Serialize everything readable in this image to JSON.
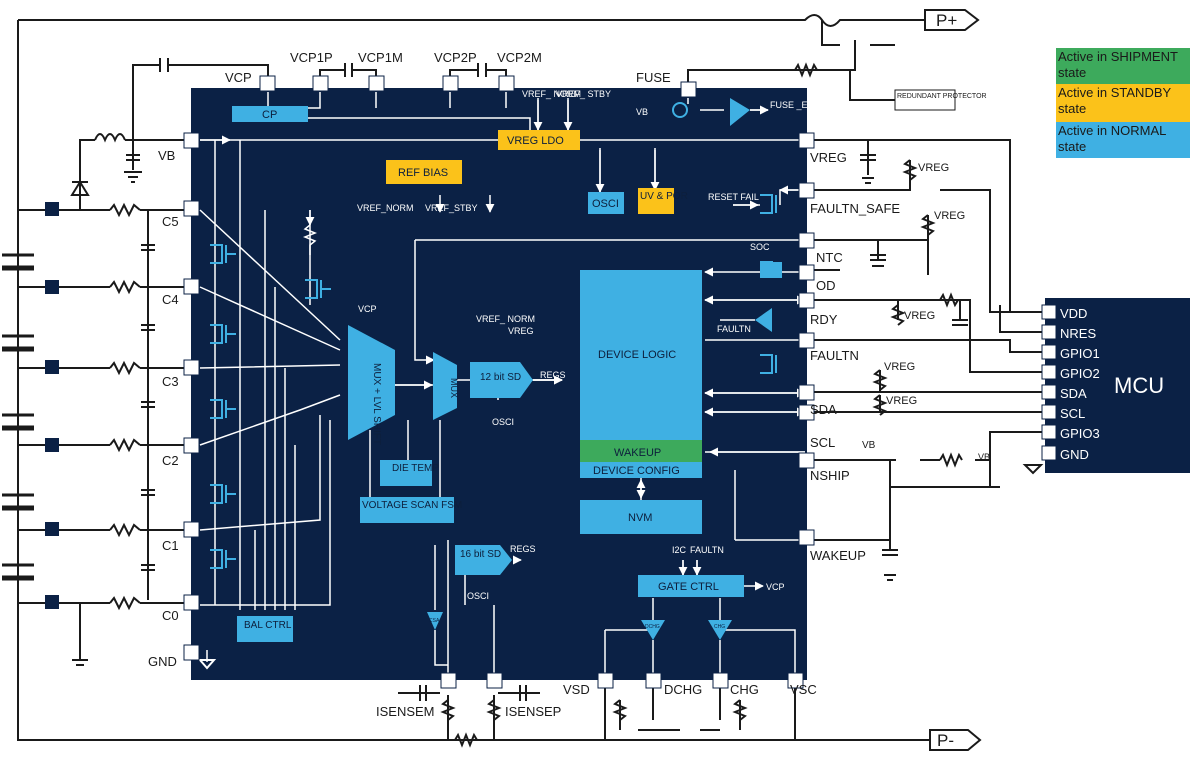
{
  "colors": {
    "die": "#0b2145",
    "block_blue": "#3fb0e3",
    "block_yellow": "#fbc21a",
    "block_green": "#3daa5c",
    "wire": "#1a1a1a",
    "wire_inner": "#ffffff"
  },
  "legend": {
    "shipment": "Active in SHIPMENT state",
    "standby": "Active in STANDBY state",
    "normal": "Active in NORMAL state"
  },
  "terminals": {
    "p_plus": "P+",
    "p_minus": "P-"
  },
  "external": {
    "redundant_protector": "REDUNDANT PROTECTOR",
    "vreg_1": "VREG",
    "vreg_2": "VREG",
    "vreg_3": "VREG",
    "vreg_4": "VREG",
    "vreg_5": "VREG",
    "vb_switch": "VB",
    "vb_res": "VB"
  },
  "pins_left": [
    "VB",
    "C5",
    "C4",
    "C3",
    "C2",
    "C1",
    "C0",
    "GND"
  ],
  "pins_top": [
    "VCP",
    "VCP1P",
    "VCP1M",
    "VCP2P",
    "VCP2M",
    "FUSE"
  ],
  "pins_right": [
    "VREG",
    "FAULTN_SAFE",
    "NTC",
    "OD",
    "RDY",
    "FAULTN",
    "SDA",
    "SCL",
    "NSHIP",
    "WAKEUP"
  ],
  "pins_bottom": [
    "ISENSEM",
    "ISENSEP",
    "VSD",
    "DCHG",
    "CHG",
    "VSC"
  ],
  "blocks": {
    "cp": "CP",
    "vreg_ldo": "VREG LDO",
    "ref_bias": "REF BIAS",
    "osci": "OSCI",
    "uv_por": "UV & POR",
    "device_logic": "DEVICE LOGIC",
    "wakeup": "WAKEUP",
    "device_config": "DEVICE CONFIG",
    "nvm": "NVM",
    "die_temp": "DIE TEMP",
    "voltage_scan": "VOLTAGE SCAN FSM",
    "bal_ctrl": "BAL CTRL",
    "gate_ctrl": "GATE CTRL",
    "mux_shift": "MUX + LVL SHIFT",
    "mux": "MUX",
    "adc12": "12 bit SD",
    "adc16": "16 bit SD"
  },
  "internal": {
    "vref_norm_top": "VREF_ NORM",
    "vref_stby_top": "VREF_ STBY",
    "vref_norm_out": "VREF_NORM",
    "vref_stby_out": "VREF_STBY",
    "vb_in": "VB",
    "fuse_ext": "FUSE _EXT",
    "reset_fail": "RESET FAIL",
    "soc": "SOC",
    "faultn": "FAULTN",
    "vcp_mux": "VCP",
    "vref_norm_adc": "VREF_ NORM",
    "vreg_adc": "VREG",
    "regs_12": "REGS",
    "osci_12": "OSCI",
    "regs_16": "REGS",
    "osci_16": "OSCI",
    "i2c": "I2C",
    "faultn_gate": "FAULTN",
    "vcp_gate": "VCP",
    "amp_csa": "CSA",
    "amp_dchg": "DCHG",
    "amp_chg": "CHG"
  },
  "mcu": {
    "title": "MCU",
    "pins": [
      "VDD",
      "NRES",
      "GPIO1",
      "GPIO2",
      "SDA",
      "SCL",
      "GPIO3",
      "GND"
    ]
  }
}
